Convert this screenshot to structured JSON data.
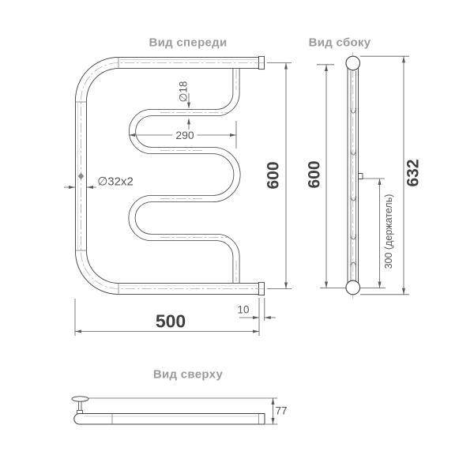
{
  "views": {
    "front": {
      "title": "Вид спереди"
    },
    "side": {
      "title": "Вид сбоку"
    },
    "top": {
      "title": "Вид сверху"
    }
  },
  "dimensions": {
    "front": {
      "pipe_spec": "∅32x2",
      "serpentine_diameter": "∅18",
      "serpentine_width": "290",
      "height": "600",
      "width": "500",
      "stub_offset": "10"
    },
    "side": {
      "height": "600",
      "total_height": "632",
      "holder_offset": "300 (держатель)"
    },
    "top": {
      "depth": "77"
    }
  },
  "colors": {
    "line": "#3d3d3d",
    "dimension_line": "#5a5a5a",
    "centerline": "#b0b0b0",
    "title_text": "#9a9a9a"
  }
}
